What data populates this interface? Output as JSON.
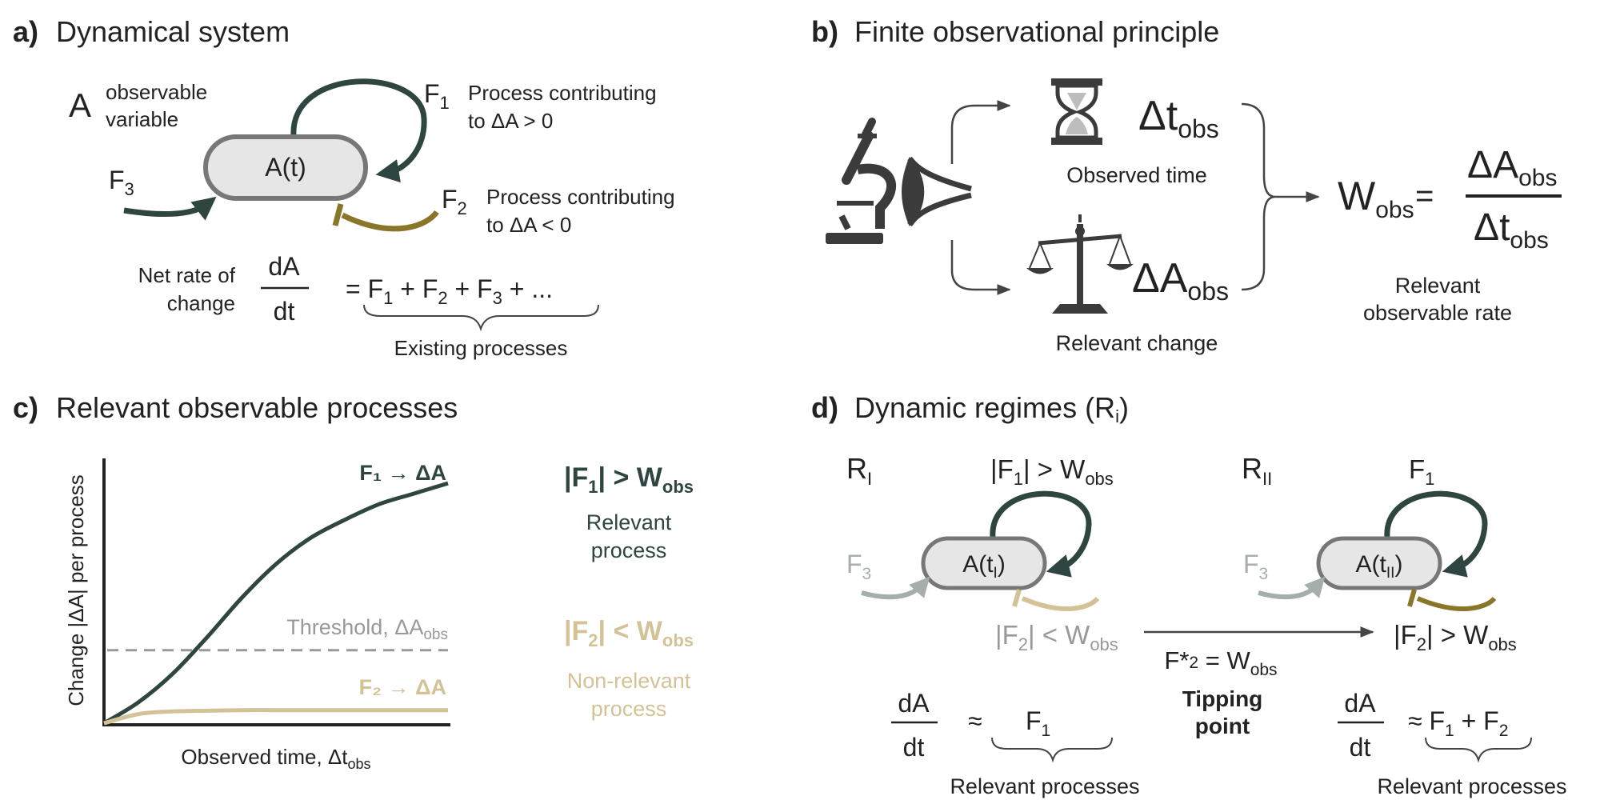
{
  "colors": {
    "dark": "#2f4640",
    "olive": "#8a7628",
    "tan": "#d4c297",
    "gray": "#999999",
    "node_fill": "#e6e6e6",
    "node_stroke": "#777777",
    "text": "#222222"
  },
  "panel_a": {
    "letter": "a)",
    "title": "Dynamical system",
    "A_symbol": "A",
    "A_desc_1": "observable",
    "A_desc_2": "variable",
    "node": "A(t)",
    "F1": "F",
    "F1_sub": "1",
    "F1_desc_1": "Process contributing",
    "F1_desc_2": "to ΔA  > 0",
    "F2": "F",
    "F2_sub": "2",
    "F2_desc_1": "Process contributing",
    "F2_desc_2": "to ΔA  < 0",
    "F3": "F",
    "F3_sub": "3",
    "net_1": "Net rate of",
    "net_2": "change",
    "dA": "dA",
    "dt": "dt",
    "eq": {
      "prefix": "= F",
      "s1": "1",
      "p2": " + F",
      "s2": "2",
      "p3": " + F",
      "s3": "3",
      "tail": " + ..."
    },
    "brace_label": "Existing processes"
  },
  "panel_b": {
    "letter": "b)",
    "title": "Finite observational principle",
    "dt_main": "Δt",
    "dt_sub": "obs",
    "observed_time": "Observed time",
    "dA_main": "ΔA",
    "dA_sub": "obs",
    "relevant_change": "Relevant change",
    "W": "W",
    "W_sub": "obs",
    "equals": "=",
    "num_main": "ΔA",
    "num_sub": "obs",
    "den_main": "Δt",
    "den_sub": "obs",
    "rate_1": "Relevant",
    "rate_2": "observable rate",
    "icons": [
      "microscope-icon",
      "eye-icon",
      "hourglass-icon",
      "balance-scale-icon"
    ]
  },
  "panel_c": {
    "letter": "c)",
    "title": "Relevant observable processes",
    "ylabel": "Change |ΔA| per process",
    "xlabel_main": "Observed time, Δt",
    "xlabel_sub": "obs",
    "threshold_main": "Threshold, ΔA",
    "threshold_sub": "obs",
    "relevant_cond": {
      "pre": "|F",
      "sub": "1",
      "mid": "| > W",
      "sub2": "obs"
    },
    "relevant_1": "Relevant",
    "relevant_2": "process",
    "nonrel_cond": {
      "pre": "|F",
      "sub": "2",
      "mid": "| < W",
      "sub2": "obs"
    },
    "nonrel_1": "Non-relevant",
    "nonrel_2": "process"
  },
  "chart_data": {
    "type": "line",
    "xlabel": "Observed time, Δtobs",
    "ylabel": "Change |ΔA| per process",
    "series": [
      {
        "name": "F₁ → ΔA",
        "color": "#2f4640",
        "x": [
          0,
          0.1,
          0.2,
          0.3,
          0.4,
          0.5,
          0.6,
          0.7,
          0.8,
          0.9,
          1.0
        ],
        "y": [
          0.0,
          0.08,
          0.19,
          0.33,
          0.48,
          0.61,
          0.71,
          0.78,
          0.84,
          0.88,
          0.92
        ]
      },
      {
        "name": "F₂ → ΔA",
        "color": "#d4c297",
        "x": [
          0,
          0.1,
          0.2,
          0.3,
          0.4,
          0.5,
          0.6,
          0.7,
          0.8,
          0.9,
          1.0
        ],
        "y": [
          0.0,
          0.035,
          0.045,
          0.048,
          0.05,
          0.05,
          0.05,
          0.05,
          0.05,
          0.05,
          0.05
        ]
      }
    ],
    "threshold": 0.28,
    "xlim": [
      0,
      1
    ],
    "ylim": [
      0,
      1
    ],
    "grid": false
  },
  "panel_d": {
    "letter": "d)",
    "title_main": "Dynamic regimes (R",
    "title_sub": "i",
    "title_end": ")",
    "R1": "R",
    "R1_sub": "I",
    "R2": "R",
    "R2_sub": "II",
    "node1": {
      "main": "A(t",
      "sub": "I",
      "end": ")"
    },
    "node2": {
      "main": "A(t",
      "sub": "II",
      "end": ")"
    },
    "F1_cond": {
      "pre": "|F",
      "sub": "1",
      "mid": "| > W",
      "sub2": "obs"
    },
    "F2_cond_lt": {
      "pre": "|F",
      "sub": "2",
      "mid": "| < W",
      "sub2": "obs"
    },
    "F2_cond_gt": {
      "pre": "|F",
      "sub": "2",
      "mid": "| > W",
      "sub2": "obs"
    },
    "F1": "F",
    "F1_sub": "1",
    "F3": "F",
    "F3_sub": "3",
    "tip_eq": {
      "pre": "F*",
      "sub": "2",
      "mid": " = W",
      "sub2": "obs"
    },
    "tip_1": "Tipping",
    "tip_2": "point",
    "dA": "dA",
    "dt": "dt",
    "approx": "≈",
    "rhs1": {
      "pre": "F",
      "sub": "1"
    },
    "rhs2": {
      "pre": "≈ F",
      "sub": "1",
      "mid": " + F",
      "sub2": "2"
    },
    "relevant_processes": "Relevant processes"
  }
}
